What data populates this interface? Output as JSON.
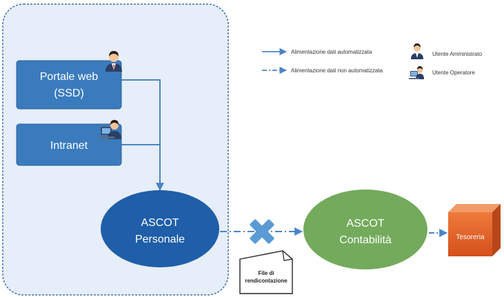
{
  "nodes": {
    "portale": {
      "line1": "Portale web",
      "line2": "(SSD)"
    },
    "intranet": {
      "label": "Intranet"
    },
    "ascot_personale": {
      "line1": "ASCOT",
      "line2": "Personale"
    },
    "ascot_contabilita": {
      "line1": "ASCOT",
      "line2": "Contabilità"
    },
    "tesoreria": {
      "label": "Tesoreria"
    },
    "file_rendicontazione": {
      "line1": "File di",
      "line2": "rendicontazione"
    }
  },
  "legend": {
    "automated": "Alimentazione dati automatizzata",
    "non_automated": "Alimentazione dati non automatizzata",
    "admin_user": "Utente Amministrato",
    "operator_user": "Utente Operatore"
  },
  "colors": {
    "box_blue": "#3a7bbd",
    "ellipse_dark": "#1f5ea8",
    "ellipse_green": "#73aa5c",
    "tesoreria_orange": "#e5622a",
    "panel_fill": "#e6eef9",
    "panel_border": "#3d6fb0",
    "arrow": "#4b84c8",
    "cross": "#5b9bd5"
  },
  "icons": {
    "admin": "admin-user-icon",
    "operator": "operator-user-icon",
    "cross": "blocked-cross-icon",
    "document": "document-icon"
  }
}
